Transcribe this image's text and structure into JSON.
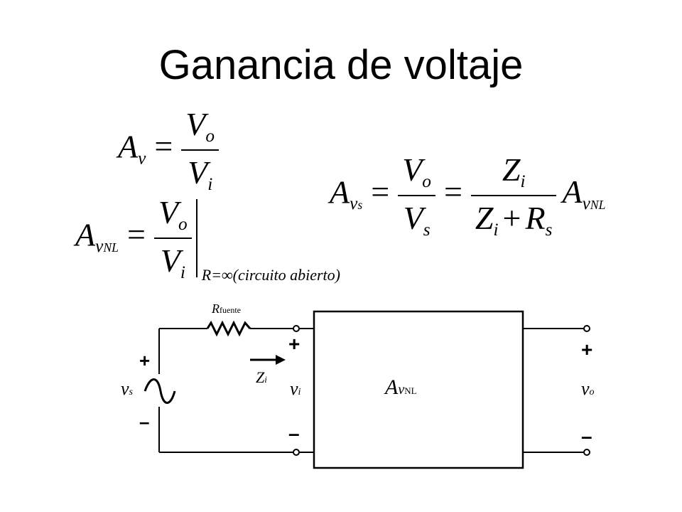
{
  "title": "Ganancia de voltaje",
  "eq1": {
    "lhs": "A",
    "lhs_sub": "v",
    "num": "V",
    "num_sub": "o",
    "den": "V",
    "den_sub": "i"
  },
  "eq2": {
    "lhs": "A",
    "lhs_sub": "v",
    "lhs_subsub": "NL",
    "num": "V",
    "num_sub": "o",
    "den": "V",
    "den_sub": "i",
    "condition": "R=∞(circuito abierto)"
  },
  "eq3": {
    "lhs": "A",
    "lhs_sub": "v",
    "lhs_subsub": "s",
    "f1_num": "V",
    "f1_num_sub": "o",
    "f1_den": "V",
    "f1_den_sub": "s",
    "f2_num": "Z",
    "f2_num_sub": "i",
    "f2_den_a": "Z",
    "f2_den_a_sub": "i",
    "f2_den_b": "R",
    "f2_den_b_sub": "s",
    "rhs": "A",
    "rhs_sub": "v",
    "rhs_subsub": "NL"
  },
  "circuit": {
    "r_label": "R",
    "r_label_sub": "fuente",
    "vs_label": "v",
    "vs_label_sub": "s",
    "zi_label": "Z",
    "zi_label_sub": "i",
    "vi_label": "v",
    "vi_label_sub": "i",
    "vo_label": "v",
    "vo_label_sub": "o",
    "block_label": "A",
    "block_label_sub": "v",
    "block_label_subsub": "NL",
    "plus": "+",
    "minus": "–"
  }
}
